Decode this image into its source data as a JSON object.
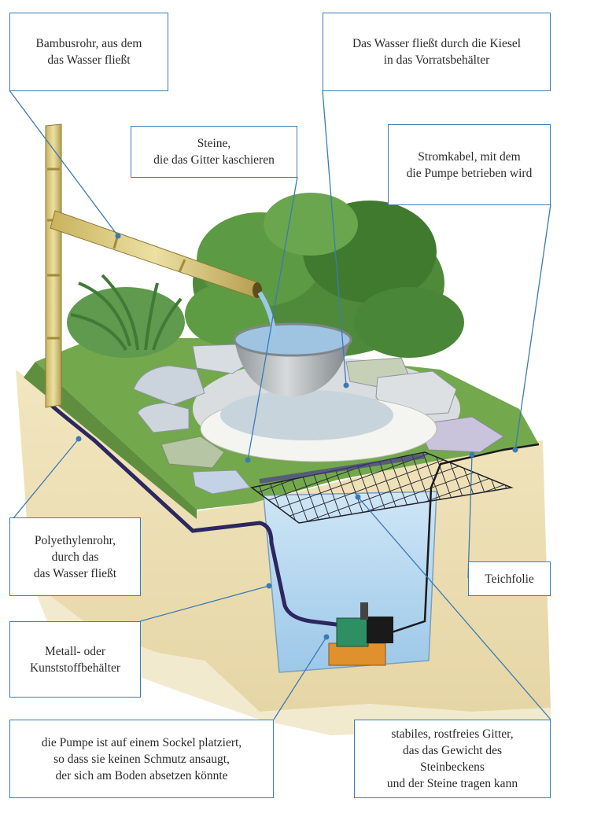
{
  "labels": {
    "bamboo": [
      "Bambusrohr, aus dem",
      "das Wasser fließt"
    ],
    "pebbles": [
      "Das Wasser fließt durch die Kiesel",
      "in das Vorratsbehälter"
    ],
    "stones": [
      "Steine,",
      "die das Gitter kaschieren"
    ],
    "cable": [
      "Stromkabel, mit dem",
      "die Pumpe betrieben wird"
    ],
    "pipe": [
      "Polyethylenrohr,",
      "durch das",
      "das Wasser fließt"
    ],
    "liner": [
      "Teichfolie"
    ],
    "container": [
      "Metall- oder",
      "Kunststoffbehälter"
    ],
    "pump": [
      "die Pumpe ist auf einem Sockel platziert,",
      "so dass sie keinen Schmutz ansaugt,",
      "der sich am Boden absetzen könnte"
    ],
    "grid": [
      "stabiles, rostfreies Gitter,",
      "das das Gewicht des",
      "Steinbeckens",
      "und der Steine tragen kann"
    ]
  },
  "colors": {
    "label_border": "#3a7bb3",
    "leader_line": "#3a7bb3",
    "soil": "#efe1b6",
    "lawn": "#6ea24a",
    "water": "#b8d9ef",
    "pipe": "#2d2760",
    "bamboo": "#d9c678"
  }
}
